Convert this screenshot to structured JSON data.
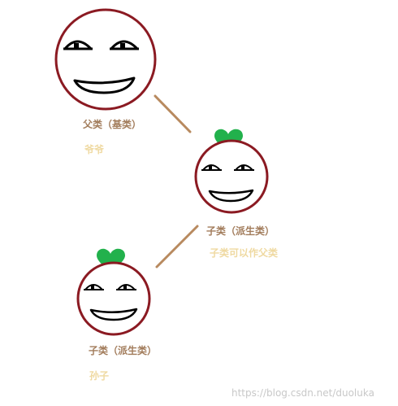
{
  "nodes": [
    {
      "role_label": "父类（基类）",
      "note_label": "爷爷"
    },
    {
      "role_label": "子类（派生类）",
      "note_label": "子类可以作父类"
    },
    {
      "role_label": "子类（派生类）",
      "note_label": "孙子"
    }
  ],
  "watermark": "https://blog.csdn.net/duoluka",
  "colors": {
    "face_ring": "#8b1a22",
    "connector": "#b88a5f",
    "heart": "#22b14c",
    "role_text": "#a27c5b",
    "note_text": "#efd9a1"
  },
  "icons": [
    "smiley-face-icon",
    "heart-icon"
  ]
}
